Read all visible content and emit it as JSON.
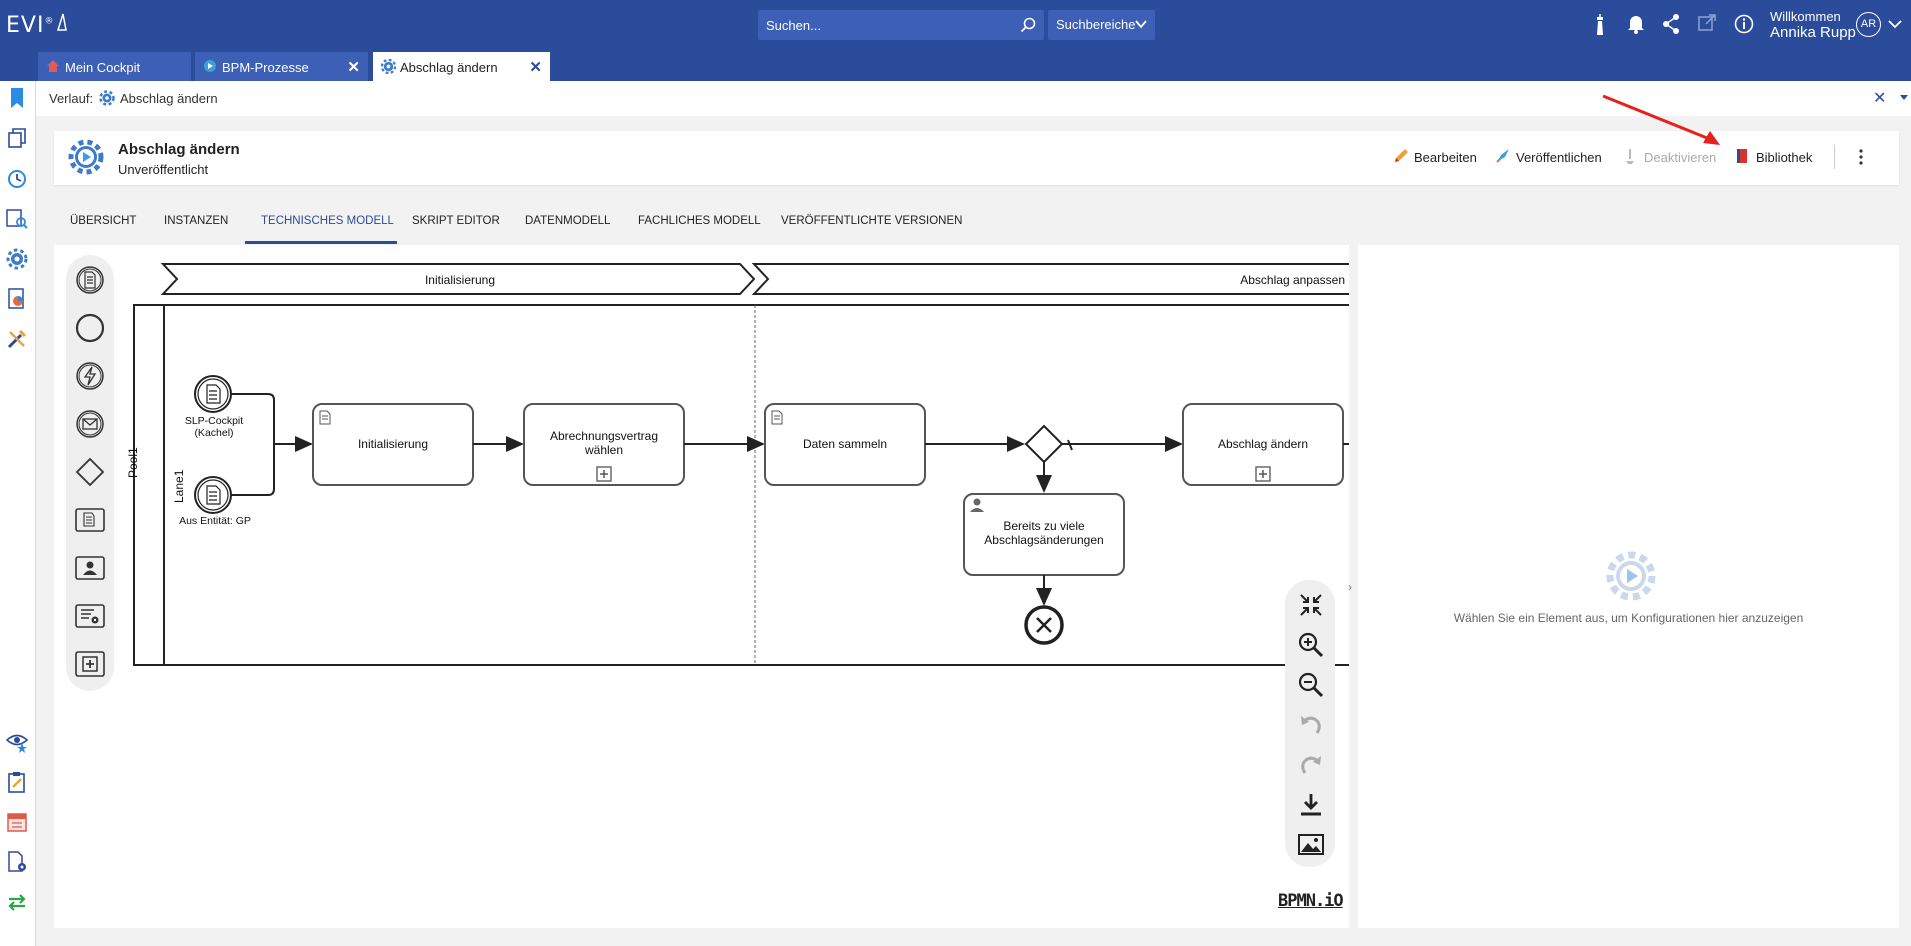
{
  "app": {
    "logo": "EVI",
    "logo_mark": "®"
  },
  "search": {
    "placeholder": "Suchen...",
    "scope_label": "Suchbereiche"
  },
  "user": {
    "welcome": "Willkommen",
    "name": "Annika Rupp",
    "initials": "AR"
  },
  "header_icons": [
    "lighthouse-icon",
    "bell-icon",
    "share-icon",
    "external-link-icon",
    "info-icon",
    "chevron-down-icon"
  ],
  "window_tabs": [
    {
      "label": "Mein Cockpit",
      "icon": "home-icon",
      "closable": false
    },
    {
      "label": "BPM-Prozesse",
      "icon": "play-icon",
      "closable": true
    },
    {
      "label": "Abschlag ändern",
      "icon": "gear-icon",
      "closable": true,
      "active": true
    }
  ],
  "breadcrumb": {
    "prefix": "Verlauf:",
    "item": "Abschlag ändern"
  },
  "process": {
    "title": "Abschlag ändern",
    "status": "Unveröffentlicht"
  },
  "actions": {
    "edit": "Bearbeiten",
    "publish": "Veröffentlichen",
    "deactivate": "Deaktivieren",
    "library": "Bibliothek"
  },
  "nav_tabs": [
    "ÜBERSICHT",
    "INSTANZEN",
    "TECHNISCHES MODELL",
    "SKRIPT EDITOR",
    "DATENMODELL",
    "FACHLICHES MODELL",
    "VERÖFFENTLICHTE VERSIONEN"
  ],
  "active_nav_tab": "TECHNISCHES MODELL",
  "diagram": {
    "phases": [
      "Initialisierung",
      "Abschlag anpassen"
    ],
    "pool": "Pool1",
    "lane": "Lane1",
    "start_events": [
      "SLP-Cockpit (Kachel)",
      "Aus Entität: GP"
    ],
    "tasks": {
      "init": "Initialisierung",
      "contract": "Abrechnungsvertrag wählen",
      "collect": "Daten sammeln",
      "change": "Abschlag ändern",
      "too_many": "Bereits zu viele Abschlagsänderungen"
    }
  },
  "config_panel": {
    "hint": "Wählen Sie ein Element aus, um Konfigurationen hier anzuzeigen"
  },
  "watermark": "BPMN.iO",
  "colors": {
    "brand": "#2b4b9b",
    "accent": "#3d5fb6"
  }
}
